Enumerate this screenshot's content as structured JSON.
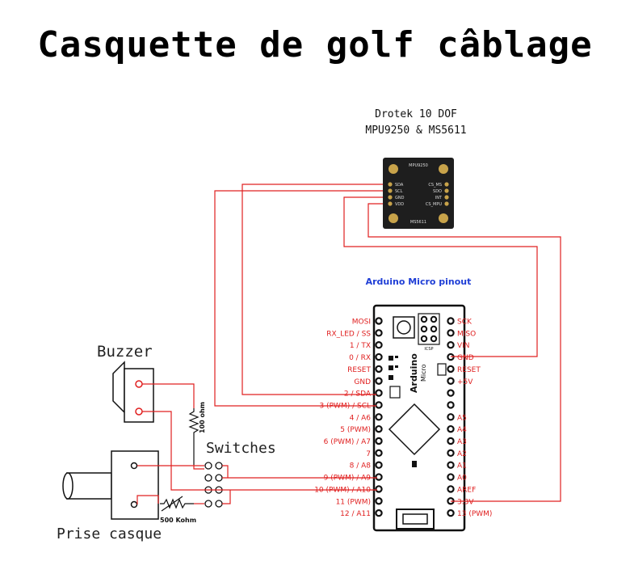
{
  "title": "Casquette de golf câblage",
  "sensor": {
    "line1": "Drotek 10 DOF",
    "line2": "MPU9250 & MS5611",
    "board_top_label": "MPU9250",
    "board_bottom_label": "MS5611",
    "left_pins": [
      "SDA",
      "SCL",
      "GND",
      "VDD"
    ],
    "right_pins": [
      "CS_MS",
      "SDO",
      "INT",
      "CS_MPU"
    ]
  },
  "arduino": {
    "title": "Arduino Micro pinout",
    "left_pins": [
      "MOSI",
      "RX_LED / SS",
      "1 / TX",
      "0 / RX",
      "RESET",
      "GND",
      "2 / SDA",
      "3 (PWM) / SCL",
      "4 / A6",
      "5 (PWM)",
      "6 (PWM) / A7",
      "7",
      "8 / A8",
      "9 (PWM) / A9",
      "10 (PWM) / A10",
      "11 (PWM)",
      "12 / A11"
    ],
    "right_pins": [
      "SCK",
      "MISO",
      "VIN",
      "GND",
      "RESET",
      "+5V",
      "",
      "",
      "A5",
      "A4",
      "A3",
      "A2",
      "A1",
      "A0",
      "AREF",
      "3.3V",
      "13 (PWM)"
    ],
    "board_text_1": "Arduino",
    "board_text_2": "Micro",
    "icsp_label": "ICSP"
  },
  "buzzer": {
    "label": "Buzzer"
  },
  "resistor_100": {
    "label": "100 ohm"
  },
  "switches": {
    "label": "Switches"
  },
  "resistor_500": {
    "label": "500 Kohm"
  },
  "jack": {
    "label": "Prise casque"
  },
  "colors": {
    "wire": "#e02020",
    "pin_label": "#e02020",
    "title_blue": "#1f3ed6",
    "board_bg": "#1e1e1e",
    "pcb_outline": "#111111"
  }
}
